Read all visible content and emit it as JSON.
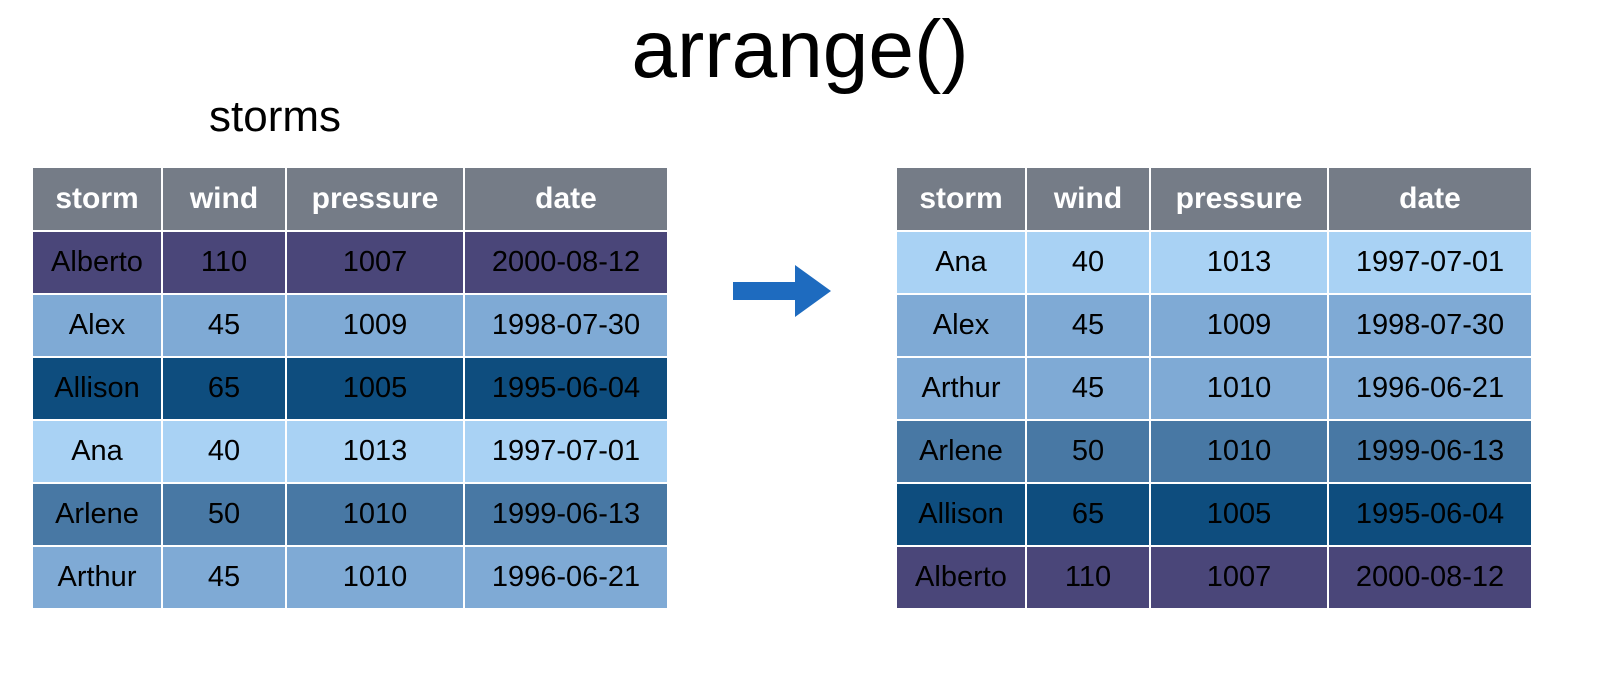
{
  "title": "arrange()",
  "colors": {
    "header_bg": "#757C87",
    "header_text": "#FFFFFF",
    "cell_text": "#000000",
    "arrow": "#1E6BBF",
    "row_ana": "#A9D2F4",
    "row_alex": "#7FAAD5",
    "row_arthur": "#7FAAD5",
    "row_arlene": "#4878A4",
    "row_allison": "#0E4D7E",
    "row_alberto": "#4A4679"
  },
  "left_table": {
    "label": "storms",
    "columns": [
      "storm",
      "wind",
      "pressure",
      "date"
    ],
    "rows": [
      {
        "storm": "Alberto",
        "wind": "110",
        "pressure": "1007",
        "date": "2000-08-12",
        "color": "#4A4679"
      },
      {
        "storm": "Alex",
        "wind": "45",
        "pressure": "1009",
        "date": "1998-07-30",
        "color": "#7FAAD5"
      },
      {
        "storm": "Allison",
        "wind": "65",
        "pressure": "1005",
        "date": "1995-06-04",
        "color": "#0E4D7E"
      },
      {
        "storm": "Ana",
        "wind": "40",
        "pressure": "1013",
        "date": "1997-07-01",
        "color": "#A9D2F4"
      },
      {
        "storm": "Arlene",
        "wind": "50",
        "pressure": "1010",
        "date": "1999-06-13",
        "color": "#4878A4"
      },
      {
        "storm": "Arthur",
        "wind": "45",
        "pressure": "1010",
        "date": "1996-06-21",
        "color": "#7FAAD5"
      }
    ]
  },
  "right_table": {
    "columns": [
      "storm",
      "wind",
      "pressure",
      "date"
    ],
    "rows": [
      {
        "storm": "Ana",
        "wind": "40",
        "pressure": "1013",
        "date": "1997-07-01",
        "color": "#A9D2F4"
      },
      {
        "storm": "Alex",
        "wind": "45",
        "pressure": "1009",
        "date": "1998-07-30",
        "color": "#7FAAD5"
      },
      {
        "storm": "Arthur",
        "wind": "45",
        "pressure": "1010",
        "date": "1996-06-21",
        "color": "#7FAAD5"
      },
      {
        "storm": "Arlene",
        "wind": "50",
        "pressure": "1010",
        "date": "1999-06-13",
        "color": "#4878A4"
      },
      {
        "storm": "Allison",
        "wind": "65",
        "pressure": "1005",
        "date": "1995-06-04",
        "color": "#0E4D7E"
      },
      {
        "storm": "Alberto",
        "wind": "110",
        "pressure": "1007",
        "date": "2000-08-12",
        "color": "#4A4679"
      }
    ]
  },
  "arrow": {
    "icon": "right-arrow-icon",
    "direction": "right"
  }
}
